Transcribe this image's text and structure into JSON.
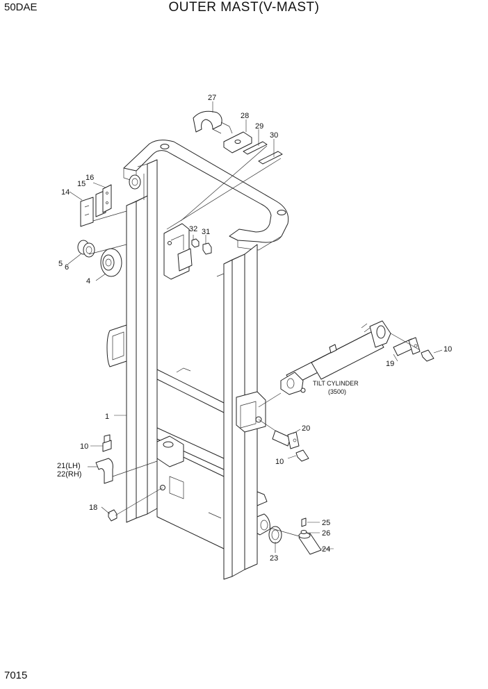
{
  "header": {
    "model": "50DAE",
    "title": "OUTER MAST(V-MAST)"
  },
  "footer": {
    "page_number": "7015"
  },
  "callouts": {
    "c1": "1",
    "c4": "4",
    "c5": "5",
    "c6": "6",
    "c10a": "10",
    "c10b": "10",
    "c10c": "10",
    "c14": "14",
    "c15": "15",
    "c16": "16",
    "c18": "18",
    "c19": "19",
    "c20": "20",
    "c21": "21(LH)",
    "c22": "22(RH)",
    "c23": "23",
    "c24": "24",
    "c25": "25",
    "c26": "26",
    "c27": "27",
    "c28": "28",
    "c29": "29",
    "c30": "30",
    "c31": "31",
    "c32": "32"
  },
  "notes": {
    "tilt_cylinder": "TILT CYLINDER",
    "tilt_cylinder_spec": "(3500)"
  }
}
